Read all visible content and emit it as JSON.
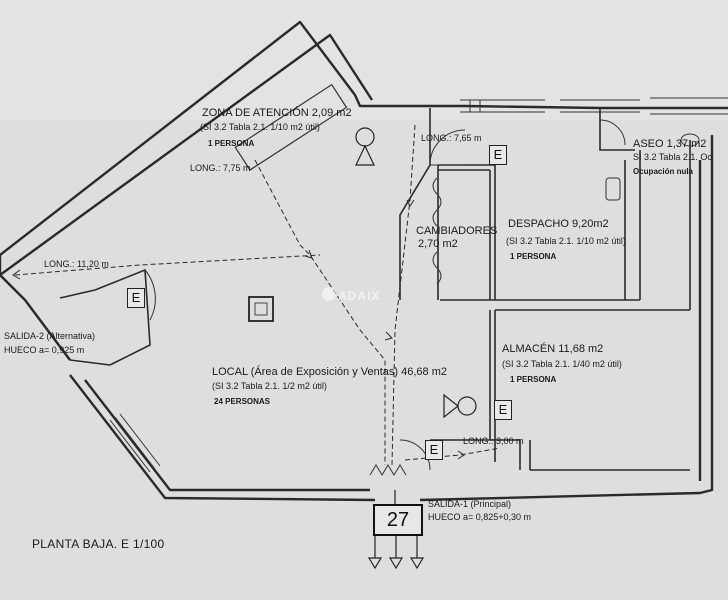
{
  "rooms": {
    "zona_atencion": {
      "name": "ZONA DE ATENCIÓN 2,09 m2",
      "rule": "(SI 3.2 Tabla 2.1. 1/10 m2 útil)",
      "occupancy": "1 PERSONA",
      "long": "LONG.: 7,75 m"
    },
    "aseo": {
      "name": "ASEO 1,37 m2",
      "rule": "SI 3.2 Tabla 2.1. Oc",
      "occupancy": "Ocupación nula"
    },
    "cambiadores": {
      "name": "CAMBIADORES",
      "area": "2,70 m2"
    },
    "despacho": {
      "name": "DESPACHO 9,20m2",
      "rule": "(SI 3.2 Tabla 2.1. 1/10 m2 útil)",
      "occupancy": "1 PERSONA",
      "long": "LONG.: 7,65 m"
    },
    "almacen": {
      "name": "ALMACÉN 11,68 m2",
      "rule": "(SI 3.2 Tabla 2.1. 1/40 m2 útil)",
      "occupancy": "1 PERSONA"
    },
    "local": {
      "name": "LOCAL (Área de Exposición y Ventas) 46,68 m2",
      "rule": "(SI 3.2 Tabla 2.1. 1/2 m2 útil)",
      "occupancy": "24 PERSONAS",
      "long": "LONG.: 11,20 m"
    }
  },
  "exits": {
    "salida2": {
      "name": "SALIDA-2 (Alternativa)",
      "hueco": "HUECO a= 0,925 m"
    },
    "salida1": {
      "name": "SALIDA-1 (Principal)",
      "hueco": "HUECO a= 0,825+0,30 m",
      "long": "LONG.: 3,00 m"
    }
  },
  "emergency_sign": "E",
  "number_label": "27",
  "plan_title": "PLANTA BAJA. E 1/100",
  "watermark": "ADAIX"
}
